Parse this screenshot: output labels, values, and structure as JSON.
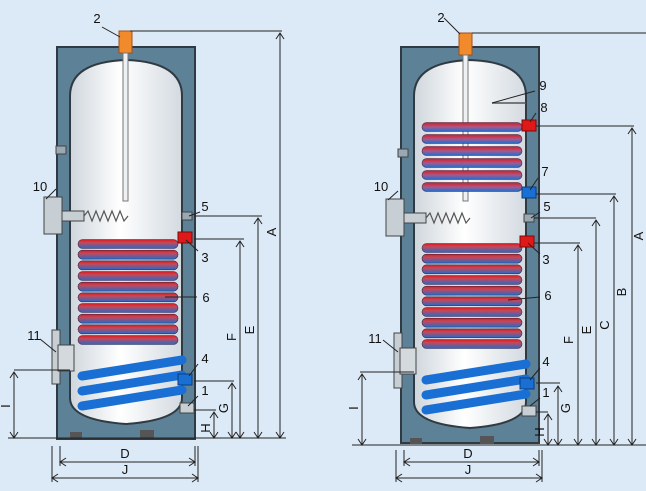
{
  "colors": {
    "background": "#dce9f6",
    "insulation": "#5d8197",
    "shell": "#2f3a42",
    "coil_hot": "#e01818",
    "coil_cold": "#1a6fd4",
    "connector": "#f08a2a",
    "dimension_line": "#222222"
  },
  "left_tank": {
    "callouts": [
      "2",
      "10",
      "5",
      "3",
      "6",
      "11",
      "4",
      "1"
    ],
    "dimensions": [
      "A",
      "E",
      "F",
      "G",
      "H",
      "I",
      "D",
      "J"
    ]
  },
  "right_tank": {
    "callouts": [
      "2",
      "9",
      "8",
      "7",
      "10",
      "5",
      "3",
      "6",
      "11",
      "4",
      "1"
    ],
    "dimensions": [
      "A",
      "B",
      "C",
      "E",
      "F",
      "G",
      "H",
      "I",
      "D",
      "J"
    ]
  }
}
